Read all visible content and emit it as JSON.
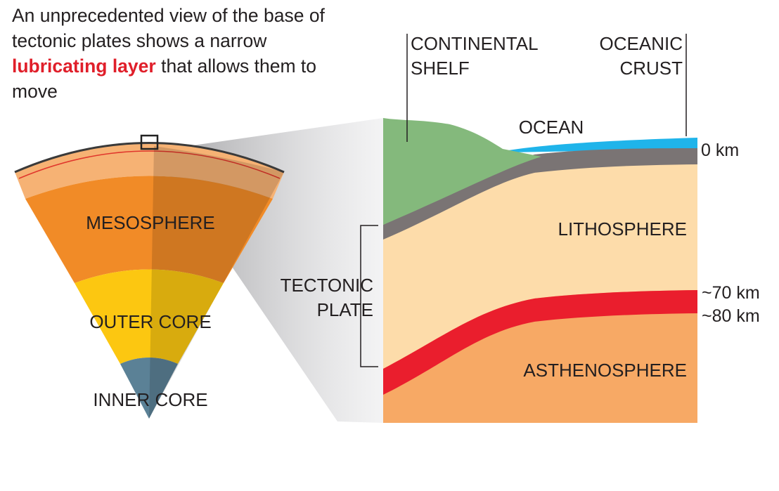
{
  "caption": {
    "before": "An unprecedented view of the base of tectonic plates shows a narrow",
    "highlight": "lubricating layer",
    "after": "that allows them to move"
  },
  "earth": {
    "mesosphere": "MESOSPHERE",
    "outer_core": "OUTER CORE",
    "inner_core": "INNER CORE"
  },
  "section": {
    "continental_shelf": [
      "CONTINENTAL",
      "SHELF"
    ],
    "oceanic_crust": [
      "OCEANIC",
      "CRUST"
    ],
    "ocean": "OCEAN",
    "lithosphere": "LITHOSPHERE",
    "asthenosphere": "ASTHENOSPHERE",
    "tectonic_plate": [
      "TECTONIC",
      "PLATE"
    ]
  },
  "depths": {
    "surface": "0 km",
    "top_layer": "~70 km",
    "bottom_layer": "~80 km"
  },
  "colors": {
    "mesosphere": "#f18b27",
    "crust_band": "#f6b274",
    "outer_core": "#fcc711",
    "inner_core": "#5b8196",
    "continental": "#84b97c",
    "ocean": "#1fb4ea",
    "oceanic_crust": "#7a7474",
    "lithosphere": "#fddcaa",
    "lubricating_layer": "#ea1e2d",
    "asthenosphere": "#f7a965",
    "highlight_text": "#e01f2a"
  }
}
